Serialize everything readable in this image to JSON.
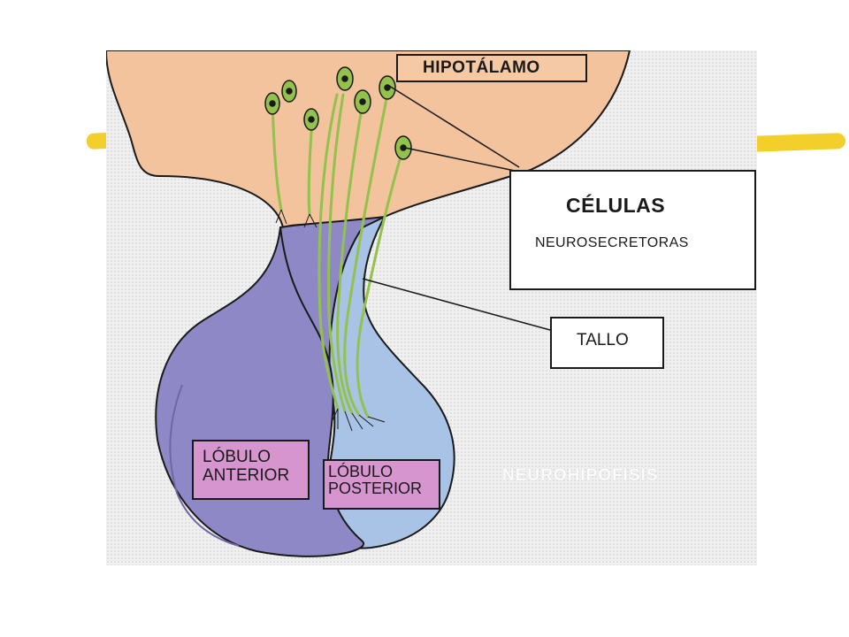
{
  "labels": {
    "hipotalamo": "HIPOTÁLAMO",
    "celulas_title": "CÉLULAS",
    "celulas_subtitle": "NEUROSECRETORAS",
    "tallo": "TALLO",
    "lobulo_anterior_line1": "LÓBULO",
    "lobulo_anterior_line2": "ANTERIOR",
    "lobulo_posterior_line1": "LÓBULO",
    "lobulo_posterior_line2": "POSTERIOR",
    "faint_overlay": "NEUROHIPÓFISIS"
  },
  "colors": {
    "hypothalamus": "#f2c39d",
    "anterior_lobe": "#8f88c6",
    "posterior_lobe": "#a8c3e6",
    "neuron": "#93c24c",
    "label_fill_pink": "#d795cf",
    "accent_yellow": "#f2cf2a"
  },
  "icons": [
    "neuron-cell-icon"
  ]
}
